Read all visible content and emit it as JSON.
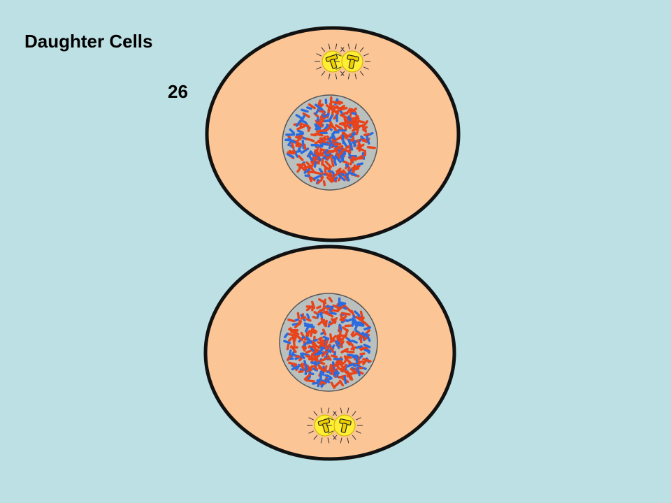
{
  "slide": {
    "title": "Daughter Cells",
    "number": "26"
  },
  "colors": {
    "background": "#bde0e4",
    "cytoplasm": "#fbc596",
    "membrane": "#111111",
    "nucleus": "#b9c0bd",
    "chromatin_red": "#e8431b",
    "chromatin_blue": "#2a6be0",
    "centriole_glow": "#ffee33",
    "centriole": "#f0d000"
  },
  "cells": [
    {
      "name": "upper-daughter-cell",
      "centrosome_position": "top"
    },
    {
      "name": "lower-daughter-cell",
      "centrosome_position": "bottom"
    }
  ]
}
